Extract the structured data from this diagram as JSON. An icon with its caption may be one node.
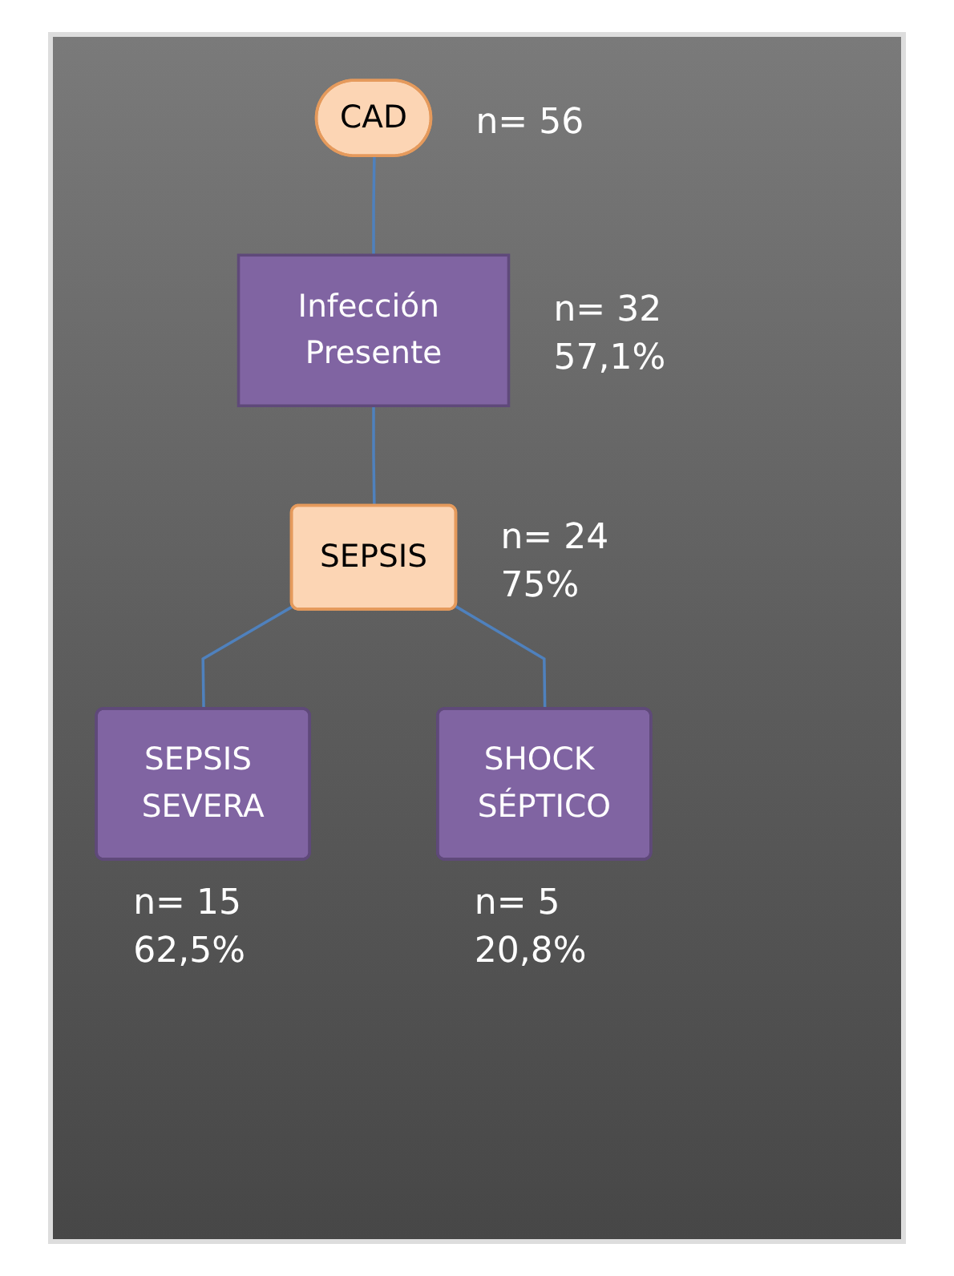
{
  "diagram": {
    "nodes": [
      {
        "text": [
          "CAD"
        ],
        "beside": [
          "n= 56"
        ]
      },
      {
        "text": [
          "Infección Presente"
        ],
        "beside": [
          "n= 32",
          "57,1%"
        ]
      },
      {
        "text": [
          "SEPSIS"
        ],
        "beside": [
          "n= 24",
          "75%"
        ]
      },
      {
        "text": [
          "SEPSIS SEVERA"
        ],
        "beside": [
          "n= 15",
          "62,5%"
        ]
      },
      {
        "text": [
          "SHOCK SÉPTICO"
        ],
        "beside": [
          "n= 5",
          "20,8%"
        ]
      }
    ],
    "edges": [
      {
        "from": 0,
        "to": 1,
        "arrow": "none"
      },
      {
        "from": 1,
        "to": 2,
        "arrow": "none"
      },
      {
        "from": 2,
        "to": 3,
        "arrow": "none"
      },
      {
        "from": 2,
        "to": 4,
        "arrow": "none"
      }
    ]
  }
}
